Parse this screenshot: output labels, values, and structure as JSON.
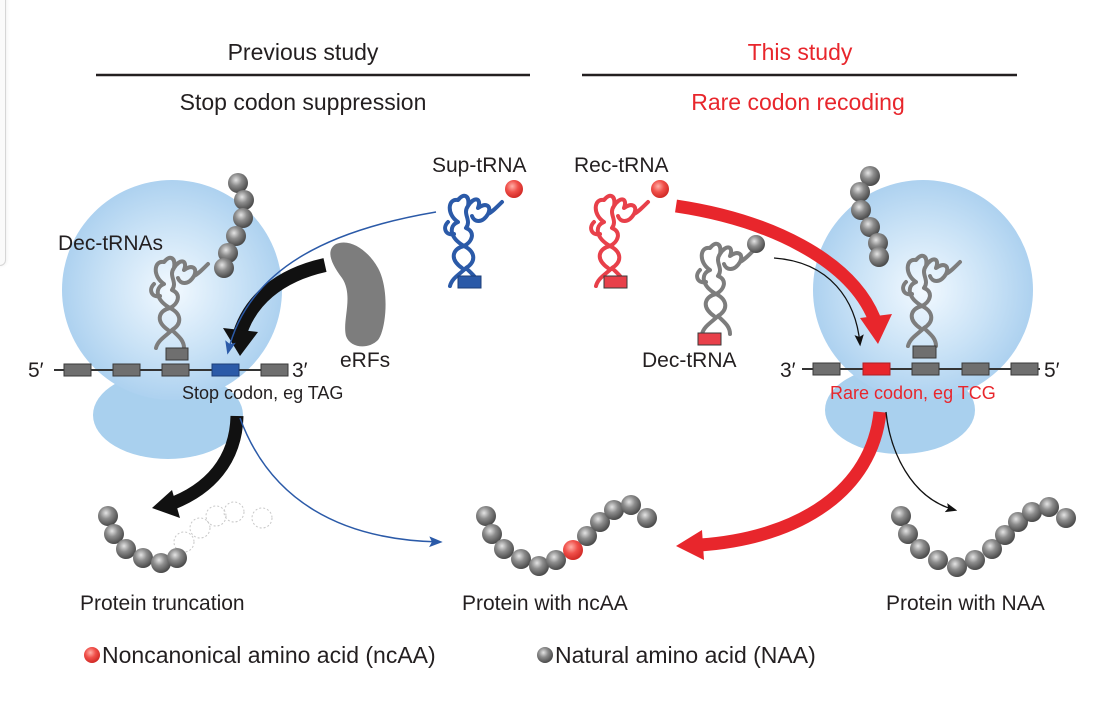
{
  "left_panel": {
    "header": "Previous study",
    "subheader": "Stop codon suppression",
    "labels": {
      "dec_trnas": "Dec-tRNAs",
      "erfs": "eRFs",
      "five_prime": "5′",
      "three_prime": "3′",
      "stop_codon": "Stop codon, eg TAG",
      "sup_trna": "Sup-tRNA"
    },
    "outcomes": {
      "truncation": "Protein truncation",
      "ncaa": "Protein with ncAA"
    }
  },
  "right_panel": {
    "header": "This study",
    "subheader": "Rare codon recoding",
    "labels": {
      "rec_trna": "Rec-tRNA",
      "dec_trna": "Dec-tRNA",
      "three_prime": "3′",
      "five_prime": "5′",
      "rare_codon": "Rare codon, eg TCG"
    },
    "outcomes": {
      "naa": "Protein with NAA"
    }
  },
  "legend": {
    "ncaa": "Noncanonical amino acid (ncAA)",
    "naa": "Natural amino acid (NAA)"
  },
  "colors": {
    "highlight_red": "#e8262c",
    "sup_blue": "#2b5aa8",
    "ribosome_blue": "#a9d0ee",
    "trna_gray": "#7d7d7d",
    "codon_gray": "#6f6f6f",
    "text_dark": "#231f20"
  }
}
